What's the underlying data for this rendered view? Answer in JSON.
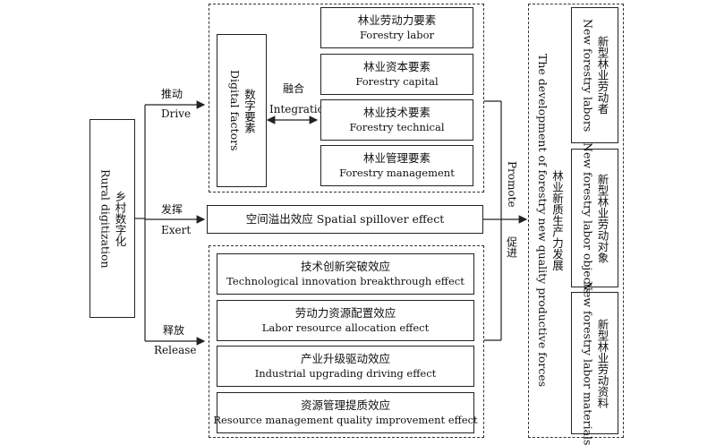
{
  "rural": {
    "zh": "乡村数字化",
    "en": "Rural digitization"
  },
  "digital": {
    "zh": "数字要素",
    "en": "Digital factors"
  },
  "fusion": {
    "zh": "融合",
    "en": "Integration"
  },
  "factors": [
    {
      "zh": "林业劳动力要素",
      "en": "Forestry labor"
    },
    {
      "zh": "林业资本要素",
      "en": "Forestry capital"
    },
    {
      "zh": "林业技术要素",
      "en": "Forestry technical"
    },
    {
      "zh": "林业管理要素",
      "en": "Forestry management"
    }
  ],
  "drive": {
    "zh": "推动",
    "en": "Drive"
  },
  "exert": {
    "zh": "发挥",
    "en": "Exert"
  },
  "release": {
    "zh": "释放",
    "en": "Release"
  },
  "spillover": {
    "text": "空间溢出效应 Spatial spillover effect"
  },
  "effects": [
    {
      "zh": "技术创新突破效应",
      "en": "Technological innovation breakthrough effect"
    },
    {
      "zh": "劳动力资源配置效应",
      "en": "Labor resource allocation effect"
    },
    {
      "zh": "产业升级驱动效应",
      "en": "Industrial upgrading driving effect"
    },
    {
      "zh": "资源管理提质效应",
      "en": "Resource management quality improvement effect"
    }
  ],
  "promote": {
    "zh": "促进",
    "en": "Promote"
  },
  "development": {
    "zh": "林业新质生产力发展",
    "en": "The development of forestry new quality productive forces"
  },
  "outcomes": [
    {
      "zh": "新型林业劳动者",
      "en": "New forestry labors"
    },
    {
      "zh": "新型林业劳动对象",
      "en": "New forestry labor objects"
    },
    {
      "zh": "新型林业劳动资料",
      "en": "New forestry labor materials"
    }
  ]
}
